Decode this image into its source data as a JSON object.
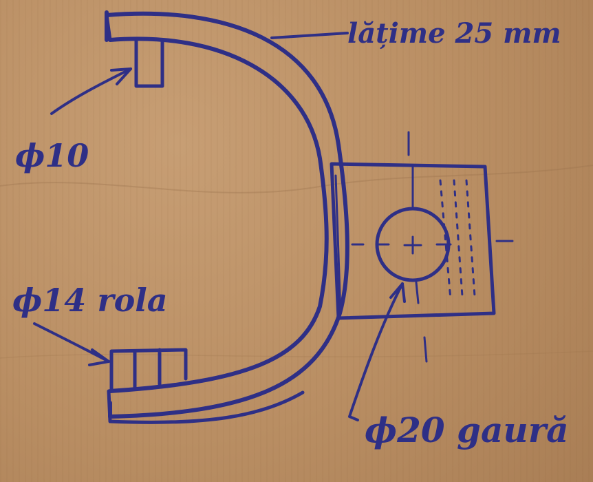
{
  "labels": {
    "width_note": "lățime 25 mm",
    "phi10": "ϕ10",
    "phi14": "ϕ14 rola",
    "phi20": "ϕ20 gaură"
  },
  "colors": {
    "ink": "#2e2f86",
    "cardboard": "#b98e63"
  }
}
